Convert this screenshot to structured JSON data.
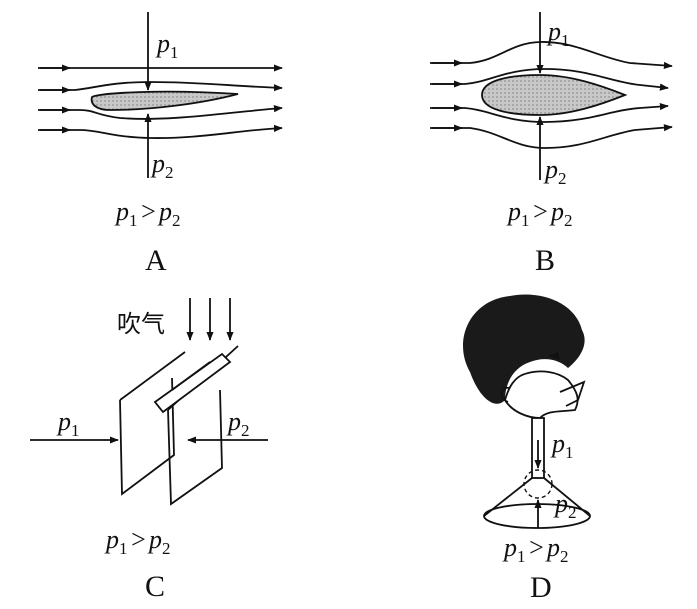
{
  "symbols": {
    "p_letter": "p",
    "sub_1": "1",
    "sub_2": "2",
    "relation": ">"
  },
  "panels": [
    {
      "caption": "A",
      "shape": "flat-bottom airfoil",
      "inequality": "p1 > p2"
    },
    {
      "caption": "B",
      "shape": "symmetric teardrop",
      "inequality": "p1 > p2"
    },
    {
      "caption": "C",
      "shape": "two hanging paper sheets with blowing tube",
      "inequality": "p1 > p2",
      "blow_label": "吹气"
    },
    {
      "caption": "D",
      "shape": "person blowing through funnel holding a ball",
      "inequality": "p1 > p2"
    }
  ],
  "colors": {
    "ink": "#111111",
    "shaded": "#bdbdbd",
    "hair": "#1a1a1a"
  }
}
